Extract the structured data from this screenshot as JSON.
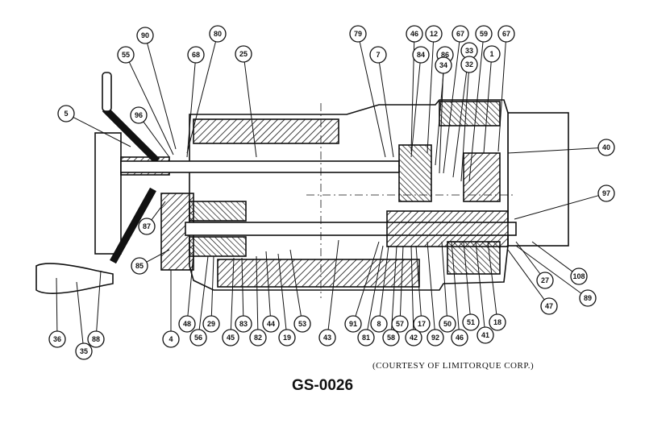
{
  "diagram": {
    "figure_id": "GS-0026",
    "courtesy": "(COURTESY OF LIMITORQUE CORP.)",
    "callouts": [
      {
        "label": "90"
      },
      {
        "label": "80"
      },
      {
        "label": "55"
      },
      {
        "label": "68"
      },
      {
        "label": "25"
      },
      {
        "label": "5"
      },
      {
        "label": "96"
      },
      {
        "label": "87"
      },
      {
        "label": "85"
      },
      {
        "label": "36"
      },
      {
        "label": "35"
      },
      {
        "label": "88"
      },
      {
        "label": "4"
      },
      {
        "label": "48"
      },
      {
        "label": "56"
      },
      {
        "label": "29"
      },
      {
        "label": "45"
      },
      {
        "label": "83"
      },
      {
        "label": "82"
      },
      {
        "label": "44"
      },
      {
        "label": "19"
      },
      {
        "label": "53"
      },
      {
        "label": "43"
      },
      {
        "label": "79"
      },
      {
        "label": "7"
      },
      {
        "label": "46"
      },
      {
        "label": "12"
      },
      {
        "label": "84"
      },
      {
        "label": "86"
      },
      {
        "label": "34"
      },
      {
        "label": "67"
      },
      {
        "label": "33"
      },
      {
        "label": "32"
      },
      {
        "label": "59"
      },
      {
        "label": "1"
      },
      {
        "label": "67"
      },
      {
        "label": "40"
      },
      {
        "label": "97"
      },
      {
        "label": "108"
      },
      {
        "label": "89"
      },
      {
        "label": "27"
      },
      {
        "label": "47"
      },
      {
        "label": "18"
      },
      {
        "label": "41"
      },
      {
        "label": "51"
      },
      {
        "label": "46"
      },
      {
        "label": "50"
      },
      {
        "label": "92"
      },
      {
        "label": "17"
      },
      {
        "label": "42"
      },
      {
        "label": "57"
      },
      {
        "label": "58"
      },
      {
        "label": "8"
      },
      {
        "label": "81"
      },
      {
        "label": "91"
      }
    ]
  }
}
